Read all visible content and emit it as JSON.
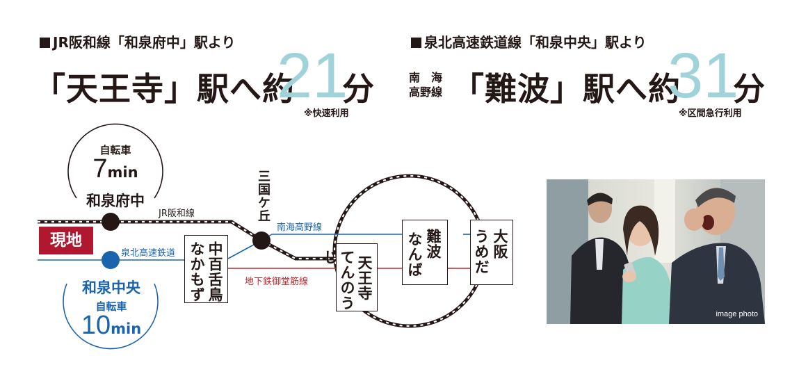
{
  "route1": {
    "header": "JR阪和線「和泉府中」駅より",
    "dest_prefix": "「天王寺」駅へ約",
    "minutes": "21",
    "unit": "分",
    "note": "※快速利用"
  },
  "route2": {
    "header": "泉北高速鉄道線「和泉中央」駅より",
    "line_tag_top": "南　海",
    "line_tag_bottom": "高野線",
    "dest_prefix": "「難波」駅へ約",
    "minutes": "31",
    "unit": "分",
    "note": "※区間急行利用"
  },
  "map": {
    "station_a": {
      "bike_label": "自転車",
      "time_num": "7",
      "time_unit": "min",
      "name": "和泉府中"
    },
    "station_b": {
      "name": "和泉中央",
      "bike_label": "自転車",
      "time_num": "10",
      "time_unit": "min"
    },
    "current_location": "現地",
    "lines": {
      "jr": "JR阪和線",
      "senboku": "泉北高速鉄道",
      "nankai": "南海高野線",
      "subway": "地下鉄御堂筋線"
    },
    "mikunigaoka": "三国ケ丘",
    "nakamozu_kanji": "中百舌鳥",
    "nakamozu_kana": "なかもず",
    "tennoji_kanji": "天王寺",
    "tennoji_kana": "てんのうじ",
    "namba_kanji": "難波",
    "namba_kana": "なんば",
    "umeda_kanji": "大阪",
    "umeda_kana": "うめだ",
    "colors": {
      "accent_teal": "#9fd3d9",
      "line_blue": "#1a64ae",
      "line_red": "#c0272d",
      "genchi_bg": "#b0182f"
    }
  },
  "photo": {
    "caption": "image photo"
  }
}
